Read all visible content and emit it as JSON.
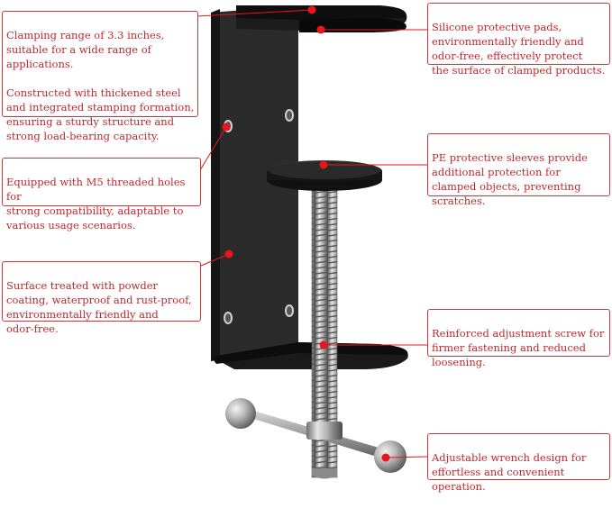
{
  "accent_color": "#c0272d",
  "dot_color": "#e8151b",
  "callouts": {
    "clamping": {
      "line1": "Clamping range of 3.3 inches,\nsuitable for a wide range of\napplications.",
      "line2": "Constructed with thickened steel\nand integrated stamping formation,\nensuring a sturdy structure and\nstrong load-bearing capacity."
    },
    "silicone": "Silicone protective pads,\nenvironmentally friendly and\nodor-free, effectively protect\nthe surface of clamped products.",
    "m5": "Equipped with M5 threaded holes for\nstrong compatibility, adaptable to\nvarious usage scenarios.",
    "pe": "PE protective sleeves provide\nadditional protection for\nclamped objects, preventing\nscratches.",
    "surface": "Surface treated with powder\ncoating, waterproof and rust-proof,\nenvironmentally friendly and\nodor-free.",
    "screw": "Reinforced adjustment screw for\nfirmer fastening and reduced\nloosening.",
    "wrench": "Adjustable wrench design for\neffortless and convenient\noperation."
  }
}
